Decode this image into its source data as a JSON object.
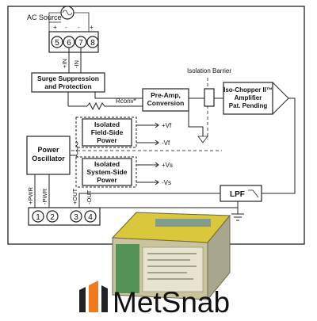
{
  "diagram": {
    "ac_source_label": "AC Source",
    "top_terminals": [
      "5",
      "6",
      "7",
      "8"
    ],
    "top_terminal_signs": [
      "+",
      "-",
      "-",
      "+"
    ],
    "input_pin_labels": [
      "+IN",
      "-IN"
    ],
    "surge_box": [
      "Surge Suppression",
      "and Protection"
    ],
    "rconv_label": "Rconv*",
    "preamp_box": [
      "Pre-Amp,",
      "Conversion"
    ],
    "isolation_barrier_label": "Isolation Barrier",
    "isochopper_box": [
      "Iso-Chopper II™",
      "Amplifier",
      "Pat. Pending"
    ],
    "field_power_box": [
      "Isolated",
      "Field-Side",
      "Power"
    ],
    "field_rails": [
      "+Vf",
      "-Vf"
    ],
    "oscillator_box": [
      "Power",
      "Oscillator"
    ],
    "system_power_box": [
      "Isolated",
      "System-Side",
      "Power"
    ],
    "system_rails": [
      "+Vs",
      "-Vs"
    ],
    "lpf_label": "LPF",
    "bottom_terminals": [
      "1",
      "2",
      "3",
      "4"
    ],
    "bottom_pin_labels": [
      "+PWR",
      "-PWR",
      "+OUT",
      "-OUT"
    ]
  },
  "brand": {
    "name": "MetSnab",
    "colors": {
      "logo_dark": "#222222",
      "logo_orange": "#f07a1c",
      "device_yellow": "#d9c83c",
      "device_green": "#3f8a4c"
    }
  }
}
